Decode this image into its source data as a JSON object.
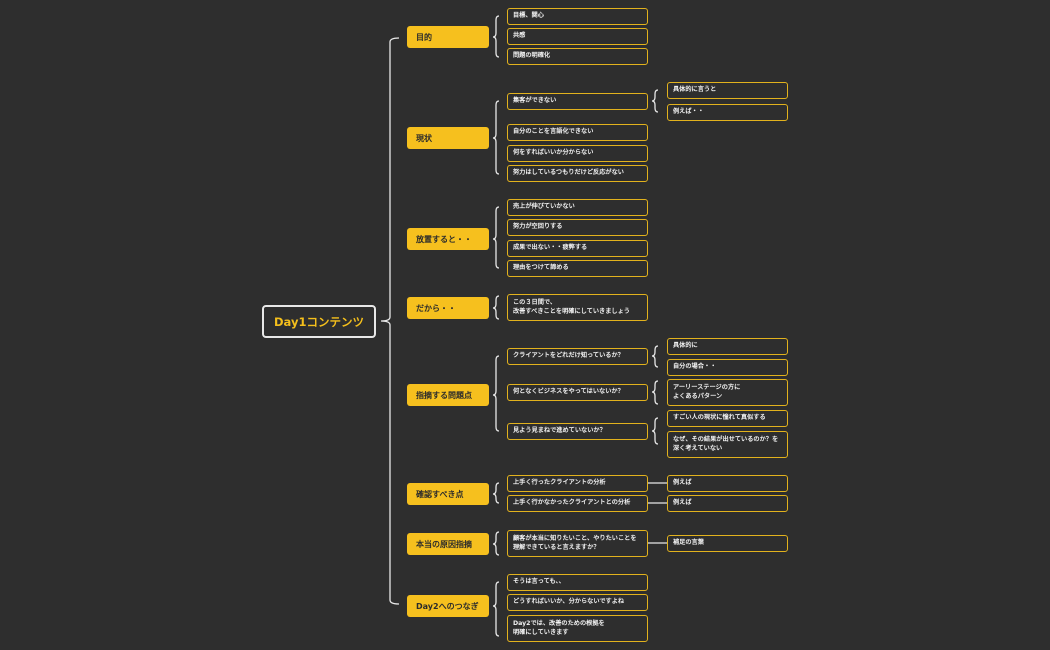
{
  "mindmap": {
    "root": "Day1コンテンツ",
    "branches": [
      {
        "label": "目的",
        "children": [
          {
            "label": "目標、関心"
          },
          {
            "label": "共感"
          },
          {
            "label": "問題の明確化"
          }
        ]
      },
      {
        "label": "現状",
        "children": [
          {
            "label": "集客ができない",
            "children": [
              {
                "label": "具体的に言うと"
              },
              {
                "label": "例えば・・"
              }
            ]
          },
          {
            "label": "自分のことを言語化できない"
          },
          {
            "label": "何をすればいいか分からない"
          },
          {
            "label": "努力はしているつもりだけど反応がない"
          }
        ]
      },
      {
        "label": "放置すると・・",
        "children": [
          {
            "label": "売上が伸びていかない"
          },
          {
            "label": "努力が空回りする"
          },
          {
            "label": "成果で出ない・・疲弊する"
          },
          {
            "label": "理由をつけて諦める"
          }
        ]
      },
      {
        "label": "だから・・",
        "children": [
          {
            "label": "この３日間で、\n改善すべきことを明確にしていきましょう"
          }
        ]
      },
      {
        "label": "指摘する問題点",
        "children": [
          {
            "label": "クライアントをどれだけ知っているか？",
            "children": [
              {
                "label": "具体的に"
              },
              {
                "label": "自分の場合・・"
              }
            ]
          },
          {
            "label": "何となくビジネスをやってはいないか？",
            "children": [
              {
                "label": "アーリーステージの方に\nよくあるパターン"
              }
            ]
          },
          {
            "label": "見よう見まねで進めていないか？",
            "children": [
              {
                "label": "すごい人の現状に憧れて真似する"
              },
              {
                "label": "なぜ、その結果が出せているのか？を\n深く考えていない"
              }
            ]
          }
        ]
      },
      {
        "label": "確認すべき点",
        "children": [
          {
            "label": "上手く行ったクライアントの分析",
            "children": [
              {
                "label": "例えば"
              }
            ]
          },
          {
            "label": "上手く行かなかったクライアントとの分析",
            "children": [
              {
                "label": "例えば"
              }
            ]
          }
        ]
      },
      {
        "label": "本当の原因指摘",
        "children": [
          {
            "label": "顧客が本当に知りたいこと、やりたいことを\n理解できていると言えますか？",
            "children": [
              {
                "label": "補足の言葉"
              }
            ]
          }
        ]
      },
      {
        "label": "Day2へのつなぎ",
        "children": [
          {
            "label": "そうは言っても、、"
          },
          {
            "label": "どうすればいいか、分からないですよね"
          },
          {
            "label": "Day2では、改善のための根拠を\n明確にしていきます"
          }
        ]
      }
    ],
    "colors": {
      "background": "#2e2e2e",
      "accent": "#f6c01e",
      "node_border": "#e2b21d",
      "connector": "#e8e8e8",
      "text": "#f2f2f2"
    }
  }
}
